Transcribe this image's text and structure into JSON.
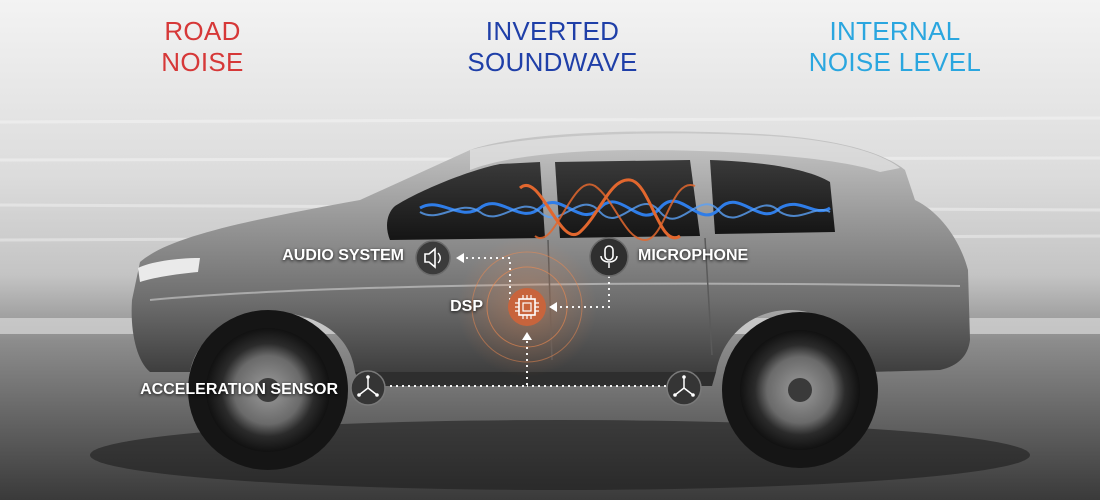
{
  "legend": {
    "road_noise": {
      "line1": "ROAD",
      "line2": "NOISE"
    },
    "inverted_soundwave": {
      "line1": "INVERTED",
      "line2": "SOUNDWAVE"
    },
    "internal_noise_level": {
      "line1": "INTERNAL",
      "line2": "NOISE LEVEL"
    }
  },
  "components": {
    "audio_system": "AUDIO SYSTEM",
    "microphone": "MICROPHONE",
    "dsp": "DSP",
    "acceleration_sensor": "ACCELERATION SENSOR"
  },
  "colors": {
    "road_noise": "#d63838",
    "inverted_soundwave": "#1f3fa8",
    "internal_noise_level": "#2aa6df",
    "dsp_accent": "#c8643c",
    "wave_blue": "#2f7de8",
    "wave_orange": "#e2672e"
  },
  "icons": {
    "audio_system": "speaker-icon",
    "microphone": "microphone-icon",
    "dsp": "chip-icon",
    "acceleration_sensor": "sensor-icon"
  }
}
